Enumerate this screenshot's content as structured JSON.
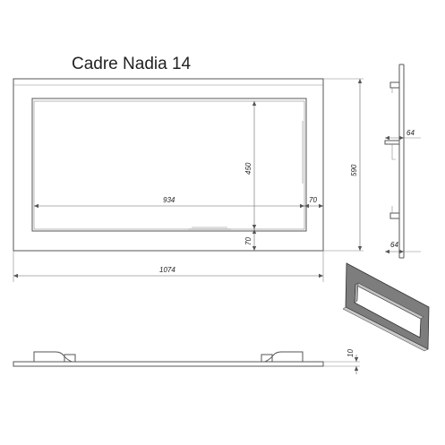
{
  "title": "Cadre Nadia 14",
  "dimensions": {
    "overall_width": "1074",
    "inner_width": "934",
    "side_margin": "70",
    "inner_height": "450",
    "bottom_margin": "70",
    "overall_height": "590",
    "depth_top": "64",
    "depth_bottom": "64",
    "thickness": "10"
  },
  "colors": {
    "frame_fill": "#7d7d7d",
    "line": "#555555"
  }
}
